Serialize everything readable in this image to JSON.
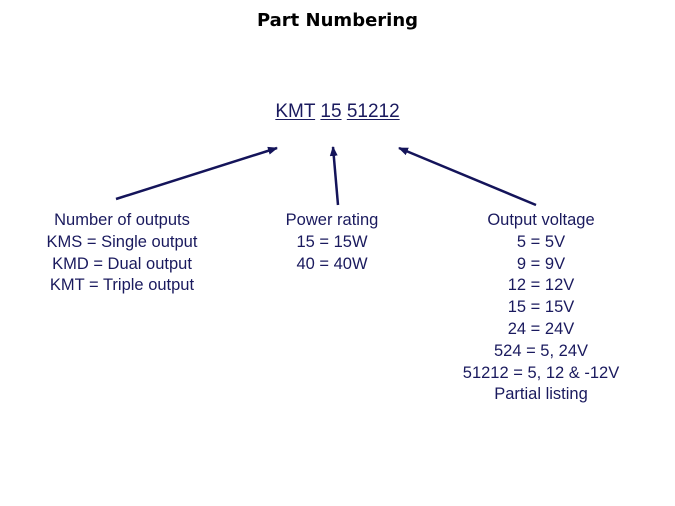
{
  "title": "Part Numbering",
  "part_number": {
    "segments": [
      "KMT",
      "15",
      "51212"
    ]
  },
  "columns": [
    {
      "heading": "Number of outputs",
      "lines": [
        "KMS = Single output",
        "KMD = Dual output",
        "KMT = Triple output"
      ]
    },
    {
      "heading": "Power rating",
      "lines": [
        "15 = 15W",
        "40 = 40W"
      ]
    },
    {
      "heading": "Output voltage",
      "lines": [
        "5 = 5V",
        "9 = 9V",
        "12 = 12V",
        "15 = 15V",
        "24 = 24V",
        "524 = 5, 24V",
        "51212 = 5, 12 & -12V",
        "Partial listing"
      ]
    }
  ],
  "colors": {
    "text": "#1a1a5e",
    "arrow": "#14145a",
    "title": "#000000"
  }
}
